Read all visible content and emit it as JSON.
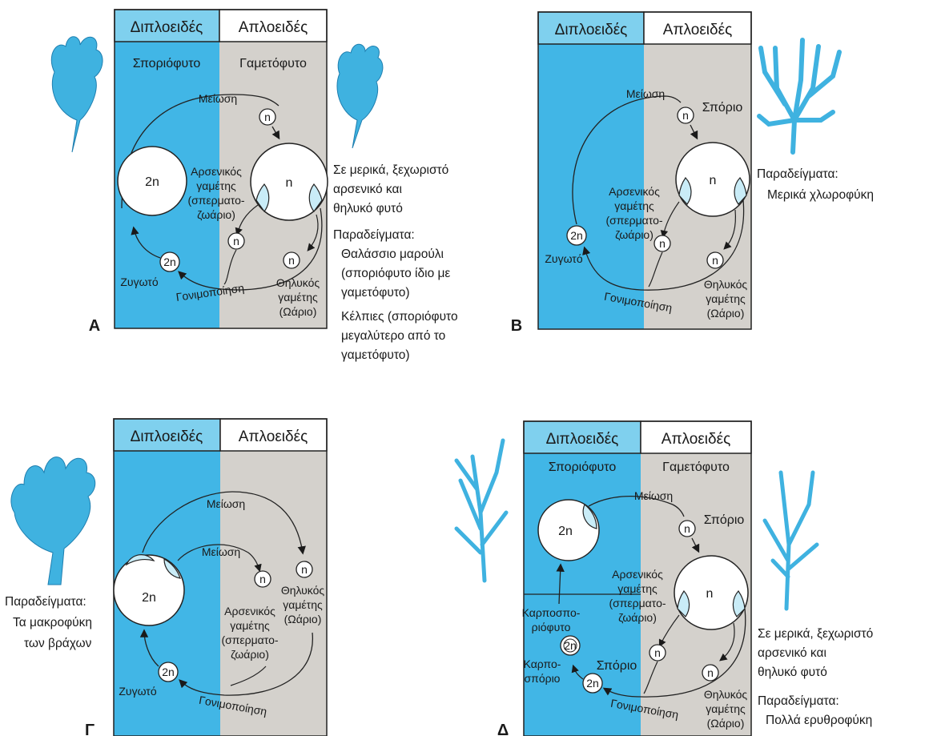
{
  "panels": [
    {
      "letter": "A",
      "header_left": "Διπλοειδές",
      "header_right": "Απλοειδές",
      "sub_left": "Σποριόφυτο",
      "sub_right": "Γαμετόφυτο",
      "meiosis": "Μείωση",
      "n_big": "n",
      "n2_big": "2n",
      "male_gamete": [
        "Αρσενικός",
        "γαμέτης",
        "(σπερματο-",
        "ζωάριο)"
      ],
      "female_gamete": [
        "Θηλυκός",
        "γαμέτης",
        "(Ωάριο)"
      ],
      "zygote": "Ζυγωτό",
      "fertilization": "Γονιμοποίηση",
      "n_small": "n",
      "zygote_2n": "2n",
      "side_text": [
        "Σε μερικά, ξεχωριστό",
        "αρσενικό και",
        "θηλυκό φυτό"
      ],
      "examples": [
        "Παραδείγματα:",
        "Θαλάσσιο μαρούλι",
        "(σποριόφυτο ίδιο με",
        "γαμετόφυτο)",
        "Κέλπιες (σποριόφυτο",
        "μεγαλύτερο από το",
        "γαμετόφυτο)"
      ]
    },
    {
      "letter": "B",
      "header_left": "Διπλοειδές",
      "header_right": "Απλοειδές",
      "meiosis": "Μείωση",
      "spore": "Σπόριο",
      "n_big": "n",
      "male_gamete": [
        "Αρσενικός",
        "γαμέτης",
        "(σπερματο-",
        "ζωάριο)"
      ],
      "female_gamete": [
        "Θηλυκός",
        "γαμέτης",
        "(Ωάριο)"
      ],
      "zygote": "Ζυγωτό",
      "fertilization": "Γονιμοποίηση",
      "n_small": "n",
      "zygote_2n": "2n",
      "examples": [
        "Παραδείγματα:",
        "Μερικά χλωροφύκη"
      ]
    },
    {
      "letter": "Γ",
      "header_left": "Διπλοειδές",
      "header_right": "Απλοειδές",
      "meiosis_outer": "Μείωση",
      "meiosis_inner": "Μείωση",
      "n2_big": "2n",
      "male_gamete": [
        "Αρσενικός",
        "γαμέτης",
        "(σπερματο-",
        "ζωάριο)"
      ],
      "female_gamete": [
        "Θηλυκός",
        "γαμέτης",
        "(Ωάριο)"
      ],
      "zygote": "Ζυγωτό",
      "fertilization": "Γονιμοποίηση",
      "n_small": "n",
      "zygote_2n": "2n",
      "examples": [
        "Παραδείγματα:",
        "Τα μακροφύκη",
        "των βράχων"
      ]
    },
    {
      "letter": "Δ",
      "header_left": "Διπλοειδές",
      "header_right": "Απλοειδές",
      "sub_left": "Σποριόφυτο",
      "sub_right": "Γαμετόφυτο",
      "meiosis": "Μείωση",
      "spore": "Σπόριο",
      "n_big": "n",
      "n2_big": "2n",
      "male_gamete": [
        "Αρσενικός",
        "γαμέτης",
        "(σπερματο-",
        "ζωάριο)"
      ],
      "female_gamete": [
        "Θηλυκός",
        "γαμέτης",
        "(Ωάριο)"
      ],
      "carposporophyte": [
        "Καρποσπο-",
        "ριόφυτο"
      ],
      "carpospore": [
        "Καρπο-",
        "σπόριο"
      ],
      "spore2": "Σπόριο",
      "fertilization": "Γονιμοποίηση",
      "n_small": "n",
      "zygote_2n": "2n",
      "side_text": [
        "Σε μερικά, ξεχωριστό",
        "αρσενικό και",
        "θηλυκό φυτό"
      ],
      "examples": [
        "Παραδείγματα:",
        "Πολλά ερυθροφύκη"
      ]
    }
  ],
  "colors": {
    "diploid": "#41b6e6",
    "haploid": "#d4d1cc",
    "header_diploid": "#7fd0ee",
    "header_haploid": "#ffffff",
    "plant": "#3fb2e0",
    "plant_dark": "#1f7fb0",
    "gamete_fill": "#c9ecf7"
  }
}
